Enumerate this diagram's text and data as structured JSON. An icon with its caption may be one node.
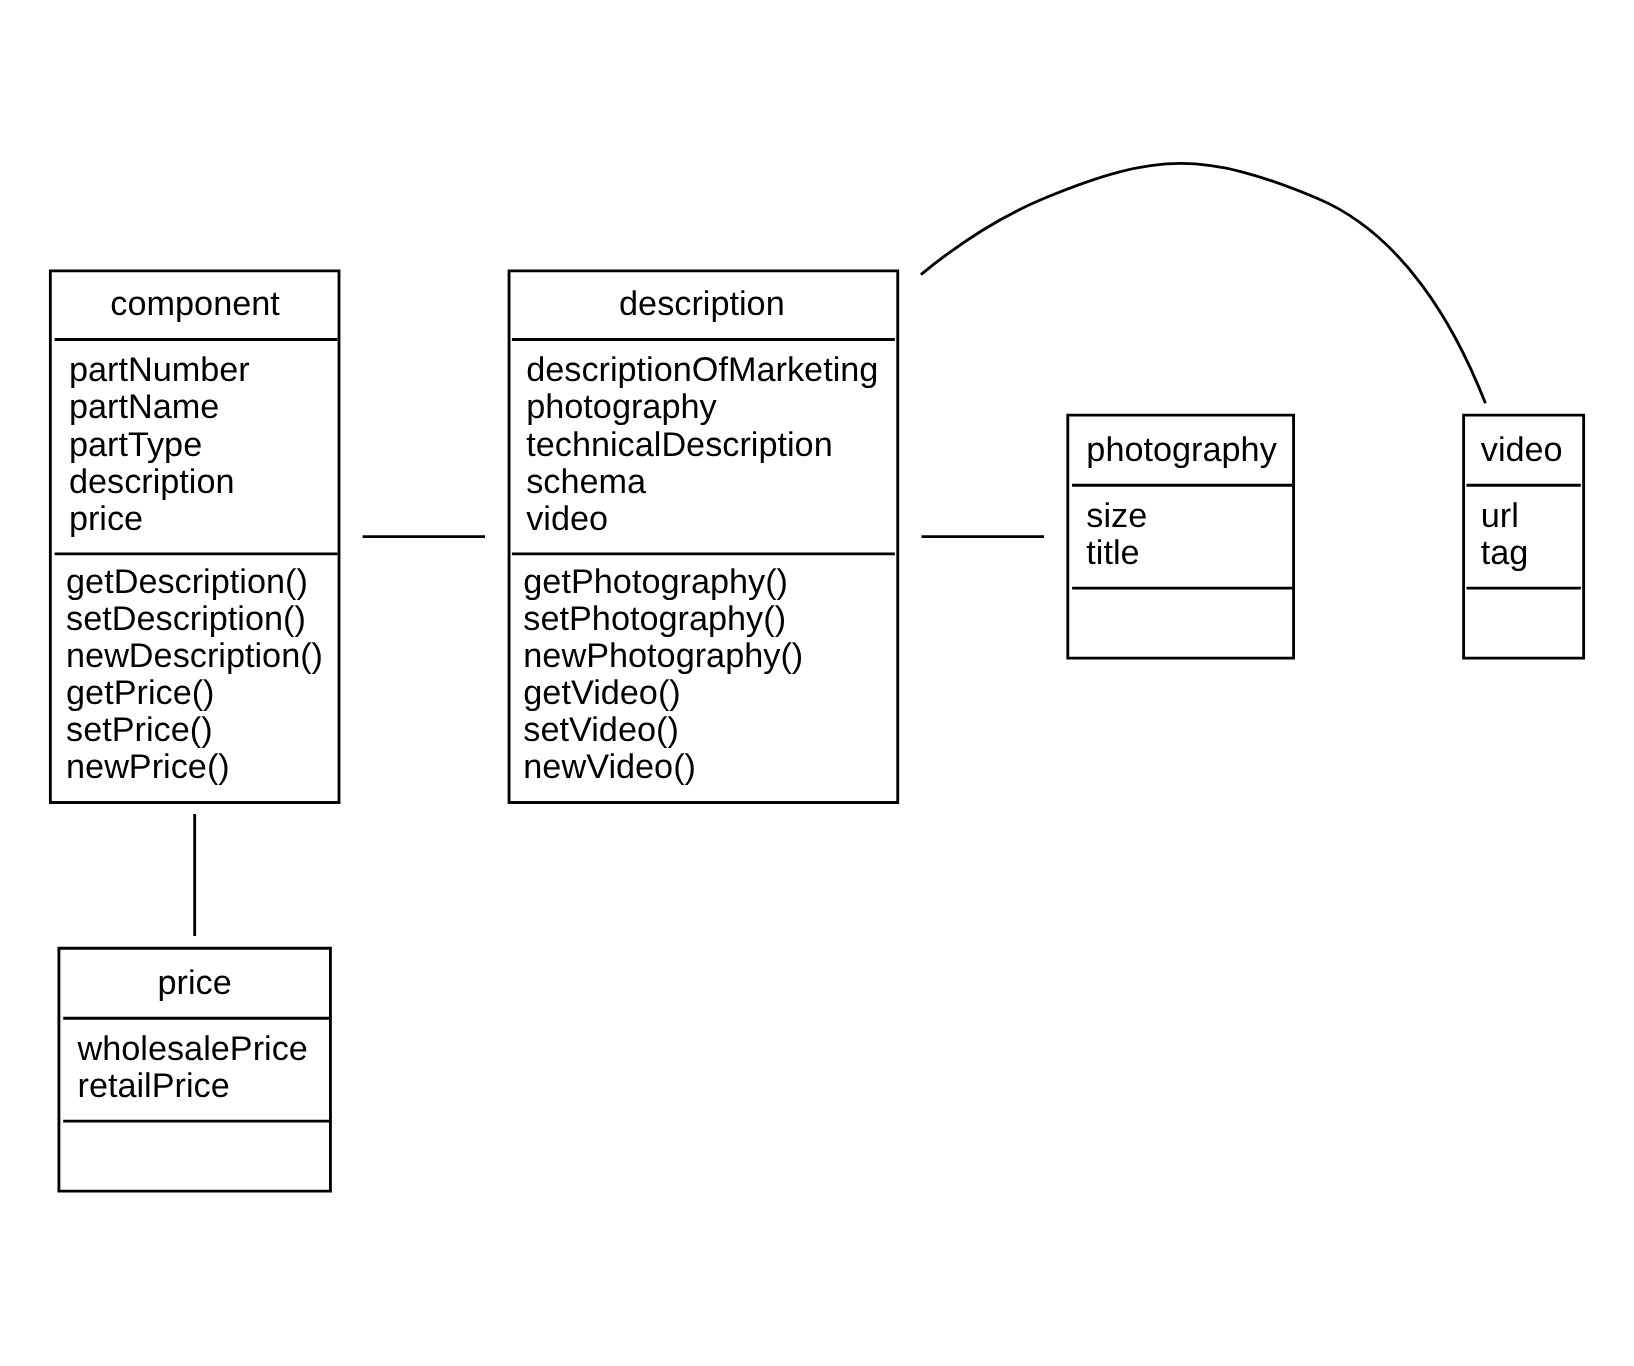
{
  "diagram": {
    "nodes": [
      {
        "text": [
          "component",
          "partNumber partName partType description price",
          "getDescription() setDescription() newDescription() getPrice() setPrice() newPrice()"
        ]
      },
      {
        "text": [
          "description",
          "descriptionOfMarketing photography technicalDescription schema video",
          "getPhotography() setPhotography() newPhotography() getVideo() setVideo() newVideo()"
        ]
      },
      {
        "text": [
          "video",
          "url tag"
        ]
      },
      {
        "text": [
          "photography",
          "size title"
        ]
      },
      {
        "text": [
          "price",
          "wholesalePrice retailPrice"
        ]
      }
    ],
    "edges": [
      {
        "from": 0,
        "to": 1,
        "arrow": "none"
      },
      {
        "from": 1,
        "to": 2,
        "arrow": "none"
      },
      {
        "from": 1,
        "to": 3,
        "arrow": "none"
      },
      {
        "from": 0,
        "to": 4,
        "arrow": "none"
      }
    ]
  }
}
